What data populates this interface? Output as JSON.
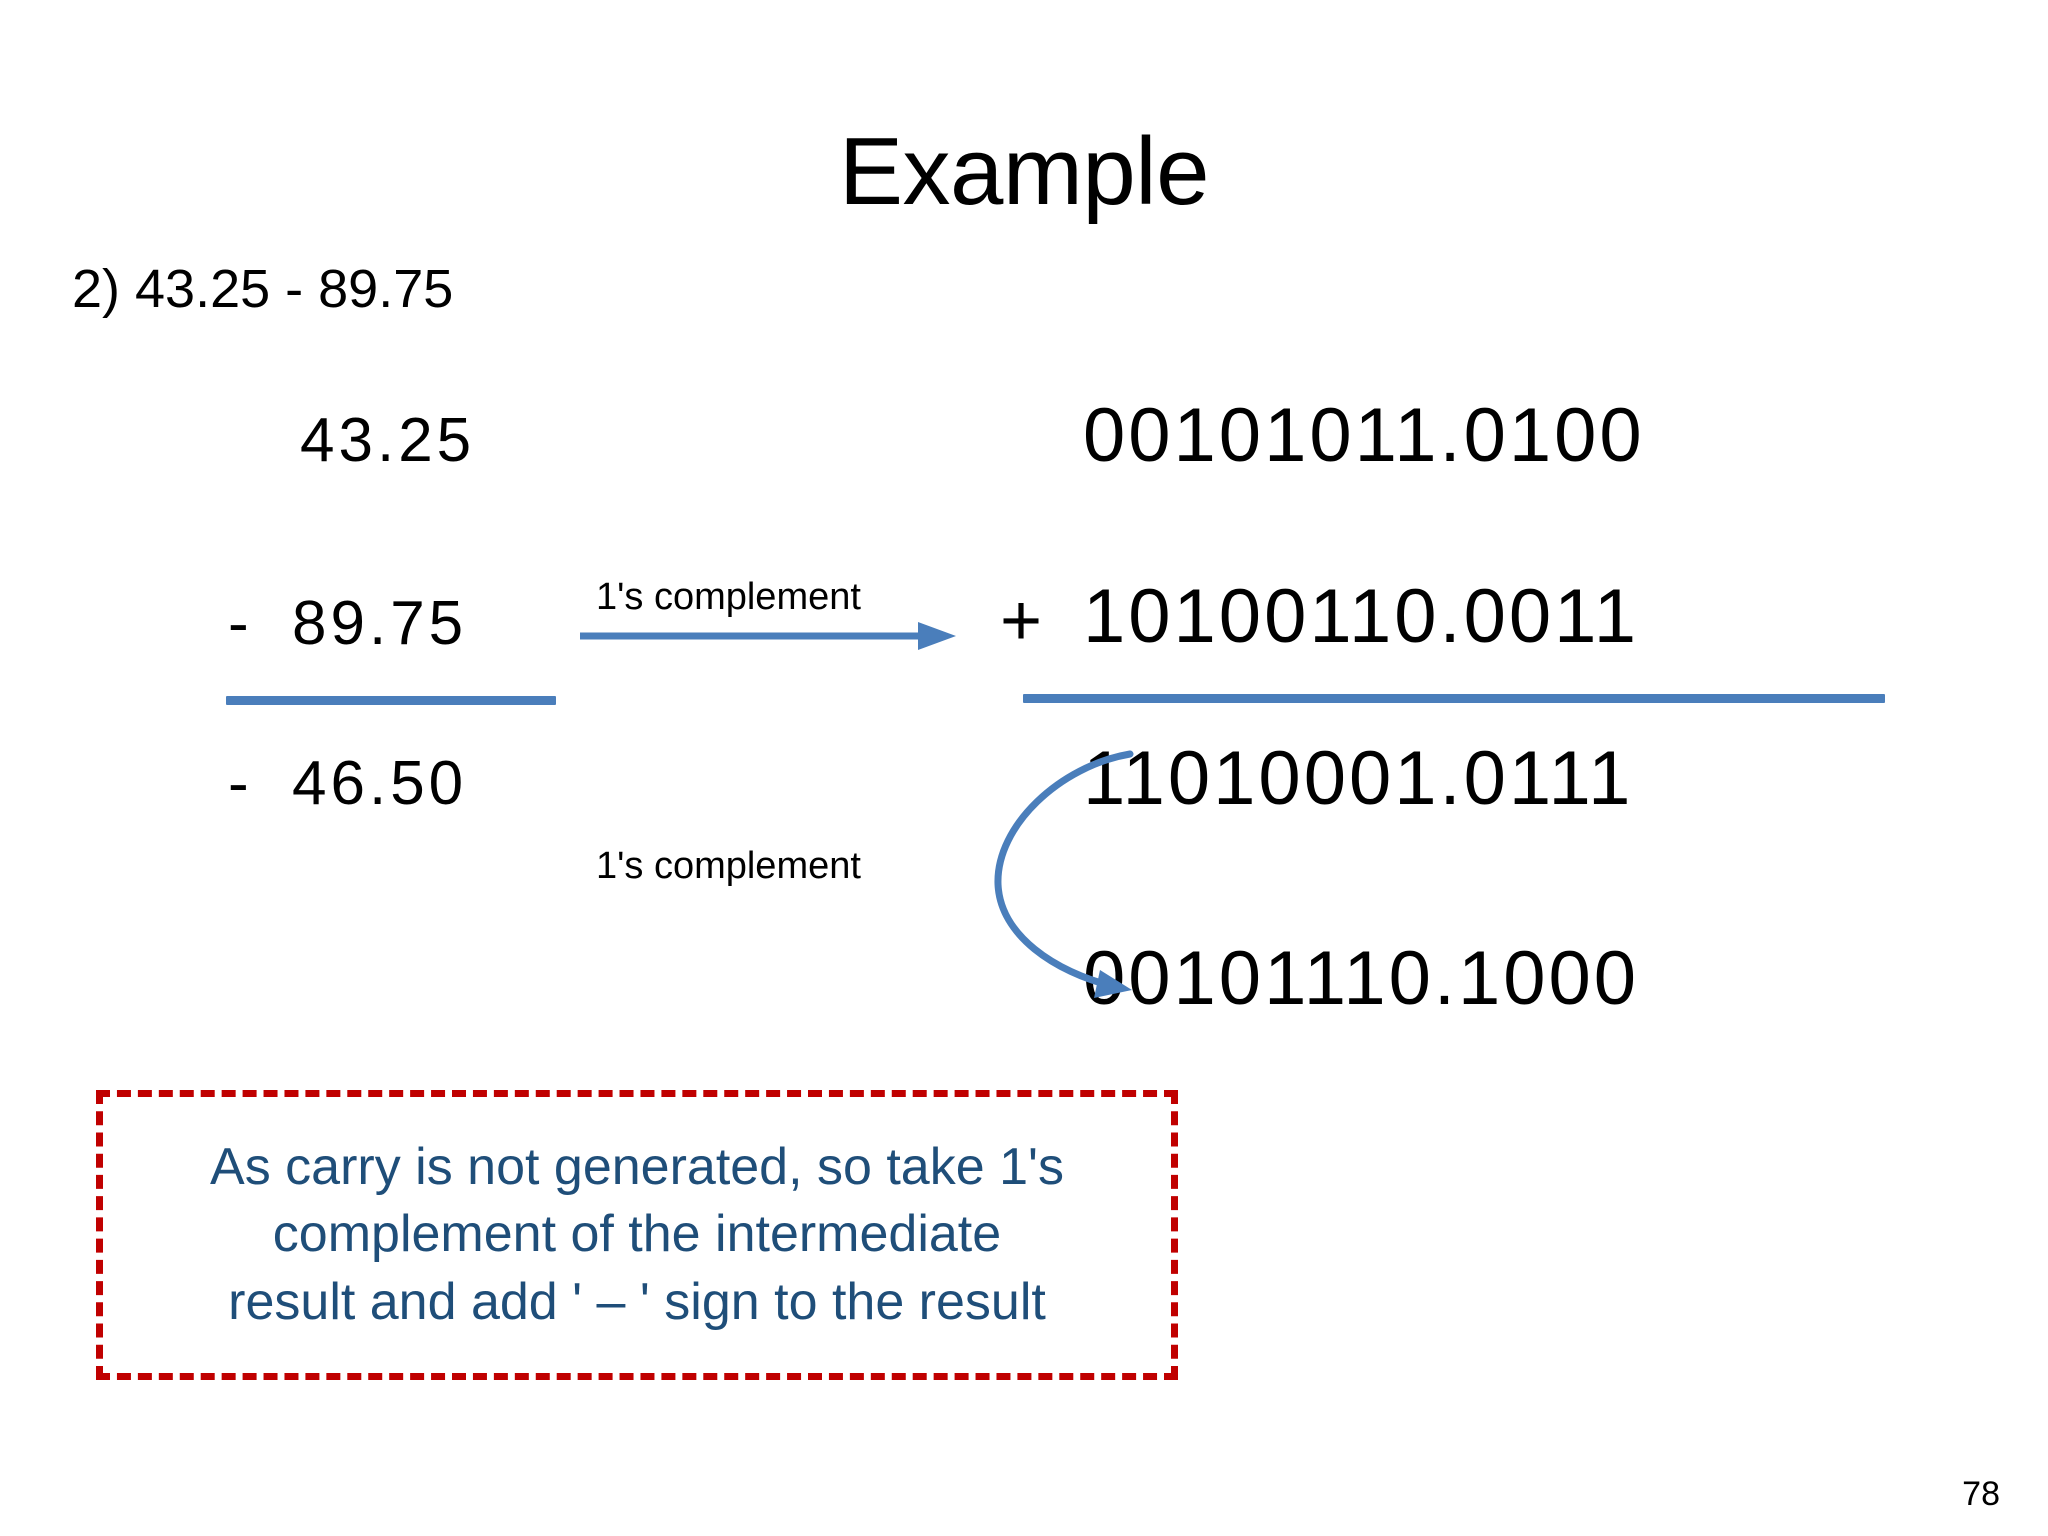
{
  "slide": {
    "title": "Example",
    "page_number": "78",
    "background_color": "#FFFFFF"
  },
  "problem": {
    "statement": "2) 43.25 - 89.75"
  },
  "decimal_work": {
    "minuend": "43.25",
    "subtrahend_sign": "-",
    "subtrahend": "89.75",
    "result_sign": "-",
    "result": "46.50",
    "rule_color": "#4A7EBB"
  },
  "binary_work": {
    "operand_1": "00101011.0100",
    "operator": "+",
    "operand_2": "10100110.0011",
    "intermediate_result": "11010001.0111",
    "final_result": "00101110.1000",
    "rule_color": "#4A7EBB"
  },
  "annotations": {
    "complement_label_1": "1's complement",
    "complement_label_2": "1's complement",
    "arrow_color": "#4A7EBB"
  },
  "note": {
    "border_color": "#C00000",
    "text_color": "#1F4E79",
    "lines": [
      "As carry is not generated, so take 1's",
      "complement of the intermediate",
      "result and add ' – ' sign to the result"
    ]
  }
}
